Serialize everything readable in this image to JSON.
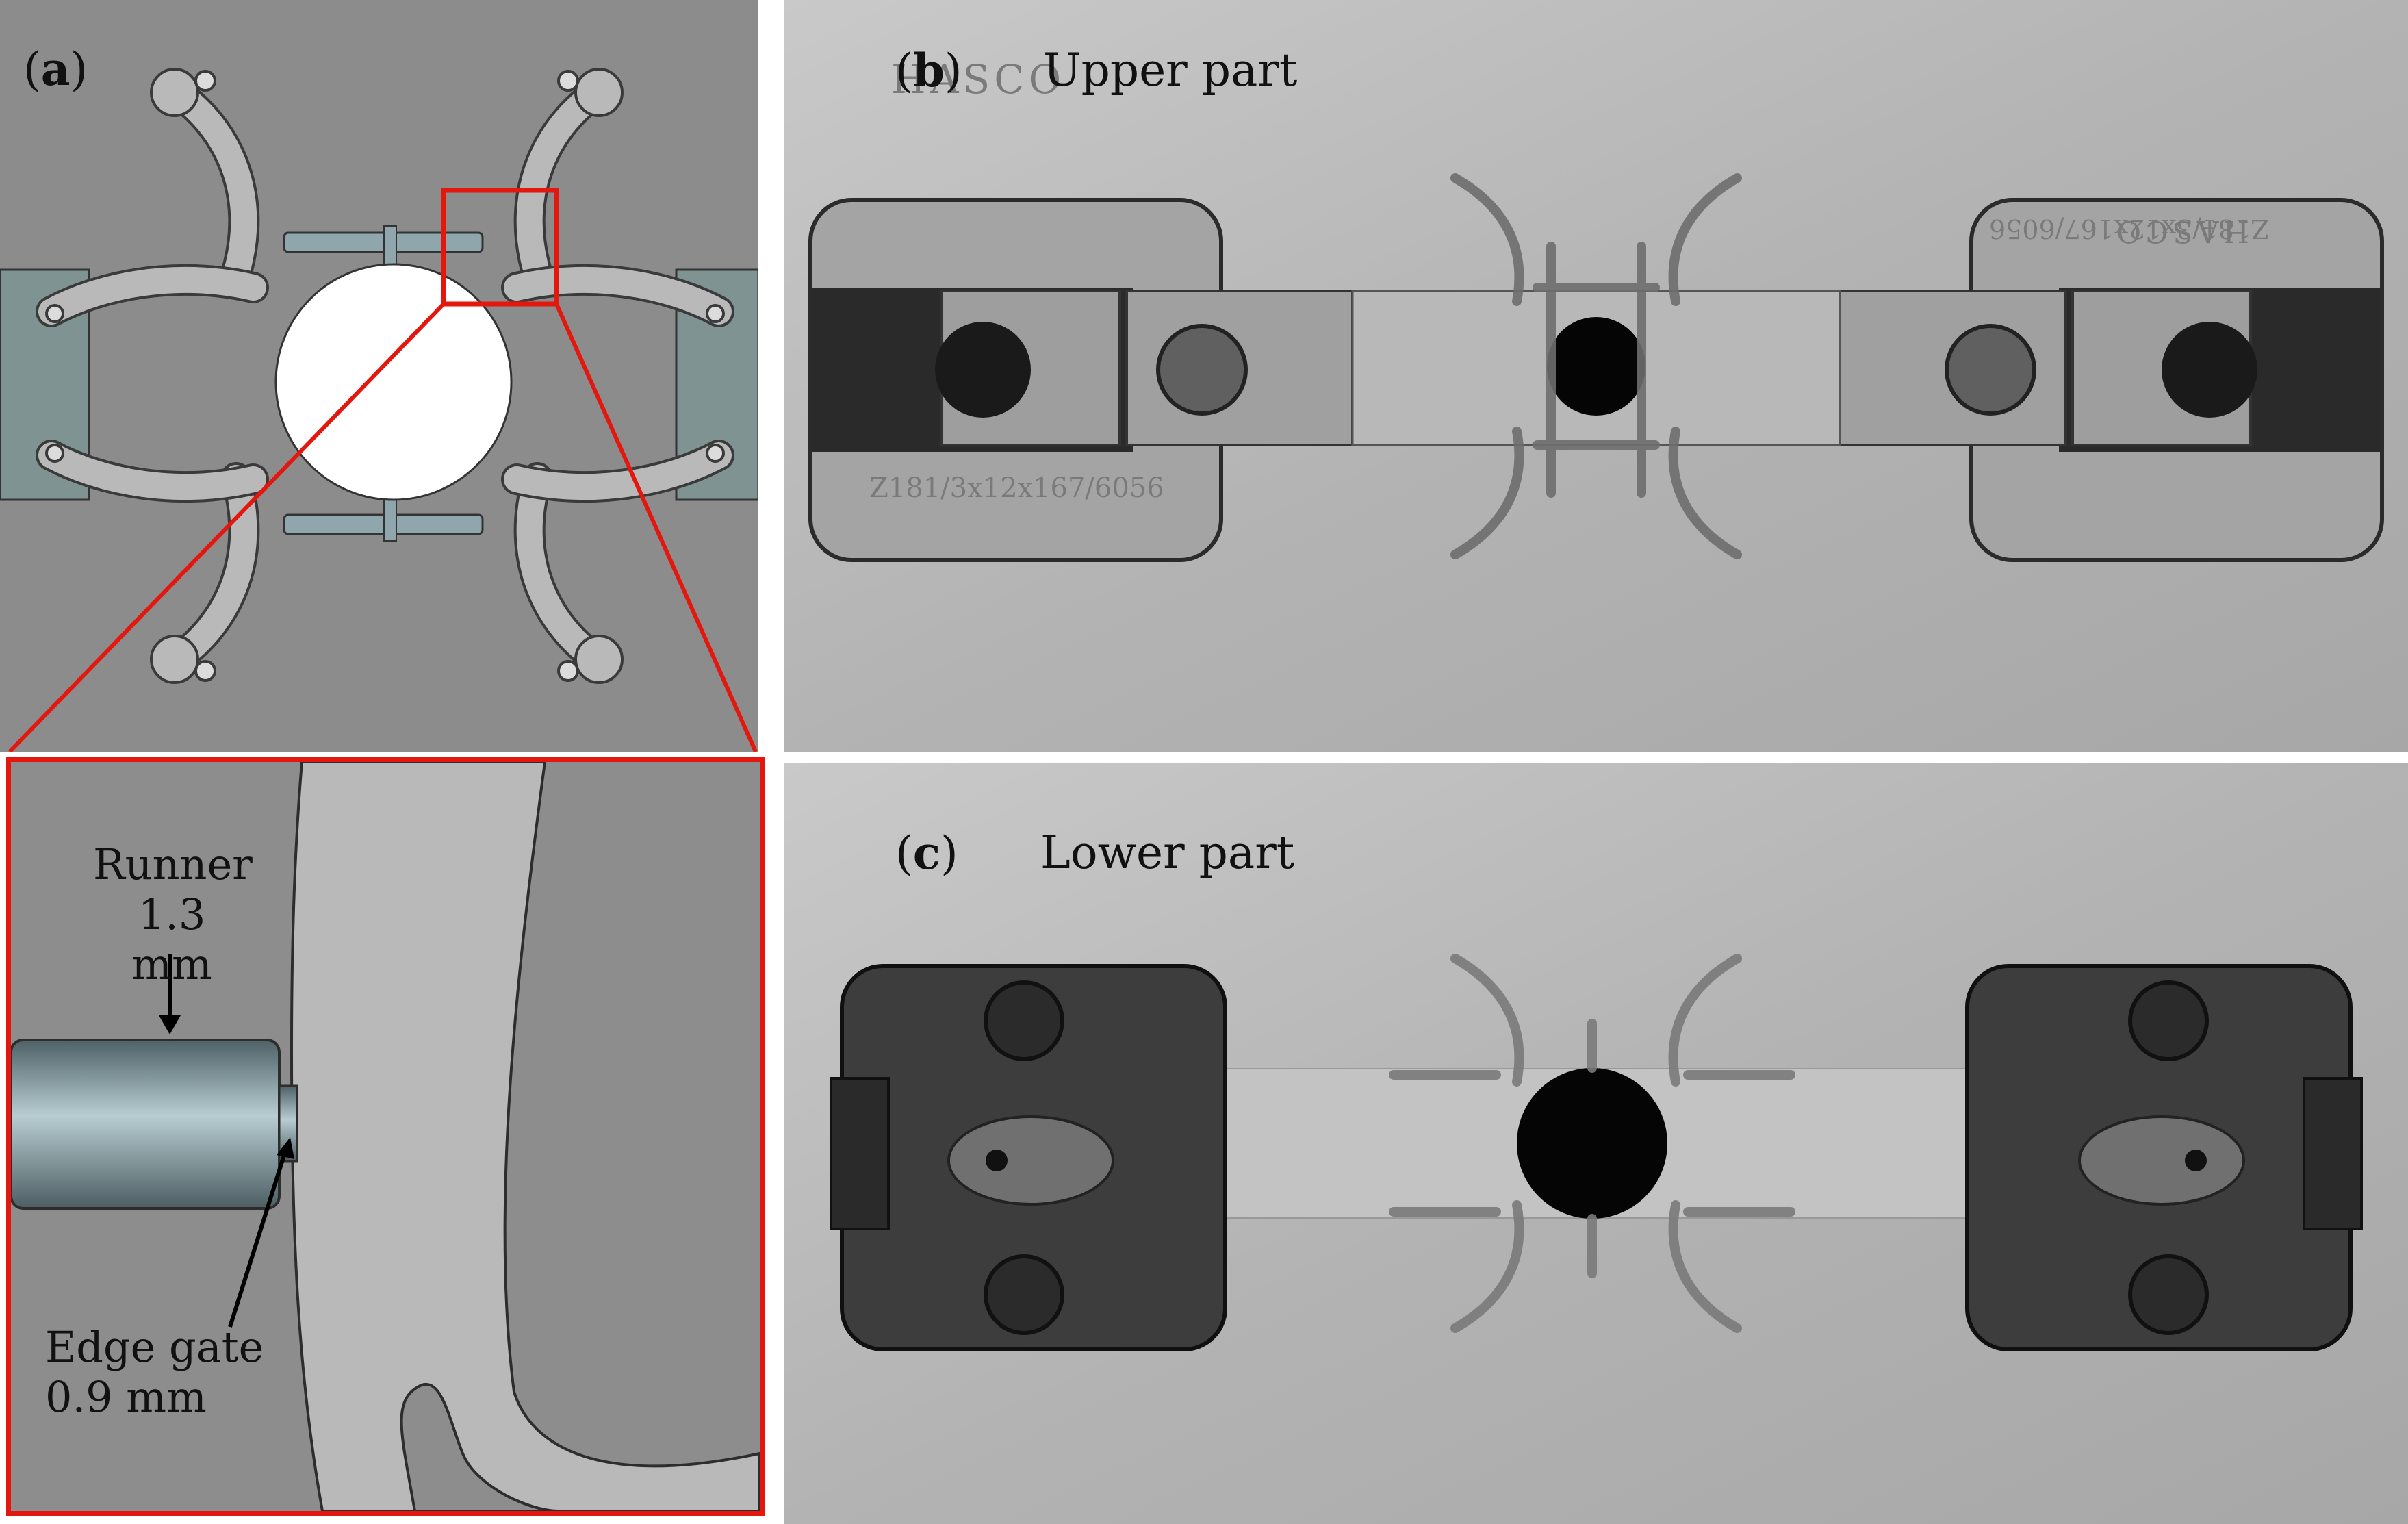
{
  "panels": {
    "a": {
      "letter": "a"
    },
    "b": {
      "letter": "b",
      "caption": "Upper part"
    },
    "c": {
      "letter": "c",
      "caption": "Lower part"
    }
  },
  "annotations": {
    "runner": {
      "line1": "Runner",
      "line2": "1.3 mm"
    },
    "gate": {
      "line1": "Edge gate",
      "line2": "0.9 mm"
    }
  },
  "mold_marks": {
    "upper_left_brand": "HASCO",
    "upper_left_code": "Z181/3x12x167/6056",
    "upper_right_brand": "HASCO",
    "upper_right_code": "Z181/3x12x167/6056"
  },
  "colors": {
    "highlight": "#e3170e",
    "cad_background": "#8c8c8c",
    "cad_part": "#b9b9b9",
    "cad_slide": "#7f9393",
    "runner_steel": "#8fa6ad",
    "aluminum": "#b6b6b6"
  }
}
